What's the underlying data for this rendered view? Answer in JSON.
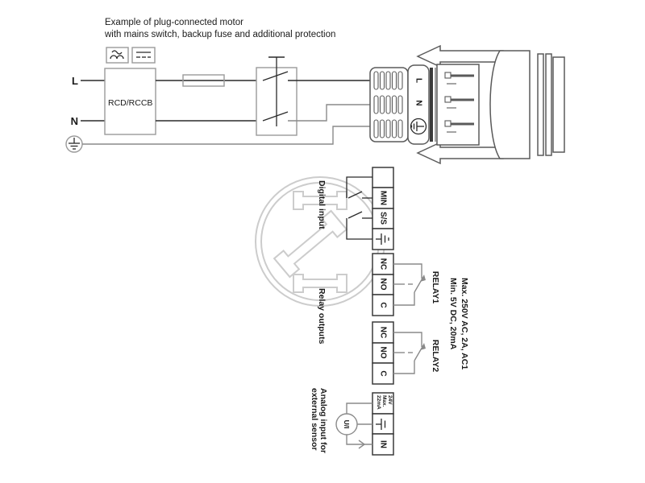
{
  "title": {
    "line1": "Example of plug-connected motor",
    "line2": "with mains switch, backup fuse and additional protection"
  },
  "mains": {
    "l": "L",
    "n": "N",
    "rcd": "RCD/RCCB"
  },
  "plug": {
    "l": "L",
    "n": "N"
  },
  "digital": {
    "label": "Digital input",
    "terminals": [
      "MIN",
      "S/S"
    ]
  },
  "relays": {
    "label": "Relay outputs",
    "terminals": [
      "NC",
      "NO",
      "C"
    ],
    "relay1": "RELAY1",
    "relay2": "RELAY2",
    "rating1": "Max. 250V AC, 2A, AC1",
    "rating2": "Min. 5V DC, 20mA"
  },
  "analog": {
    "label1": "Analog input for",
    "label2": "external sensor",
    "supply": [
      "24V",
      "Max.",
      "22mA"
    ],
    "input": "IN",
    "sensor": "U/I"
  },
  "colors": {
    "line": "#2a2a2a",
    "gray_line": "#8a8a8a",
    "watermark": "#cccccc"
  }
}
